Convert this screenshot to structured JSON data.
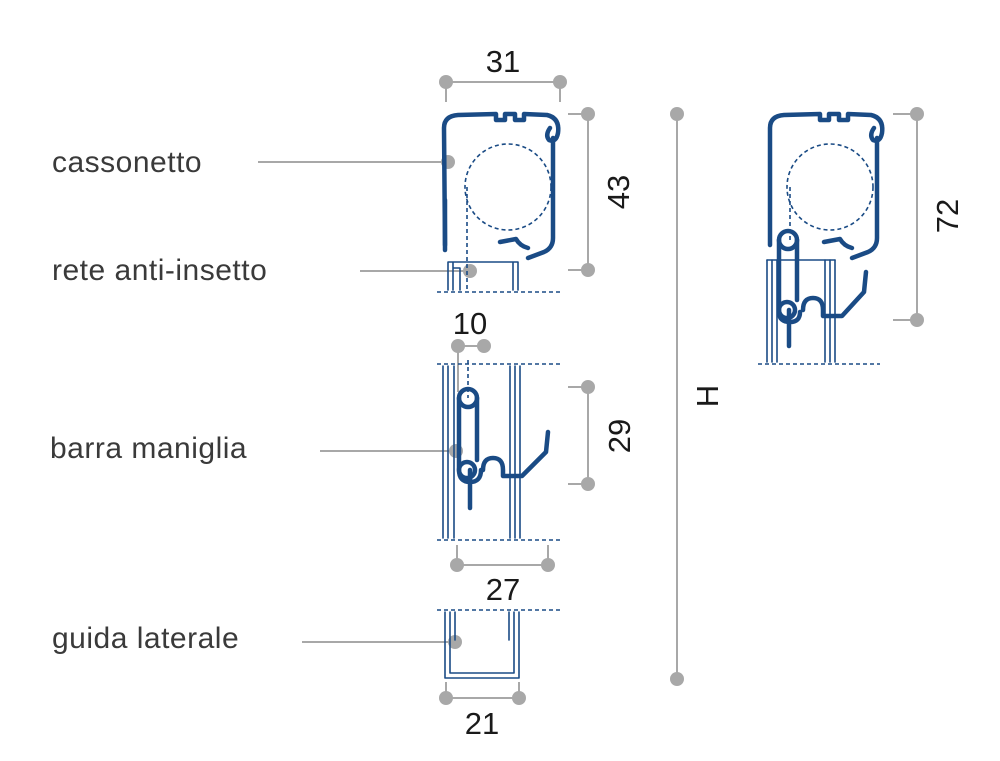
{
  "labels": {
    "cassonetto": "cassonetto",
    "rete": "rete anti-insetto",
    "barra": "barra maniglia",
    "guida": "guida laterale"
  },
  "dimensions": {
    "box_width": "31",
    "box_height": "43",
    "handle_offset": "10",
    "handle_height": "29",
    "guide_outer": "27",
    "guide_inner": "21",
    "total_height": "H",
    "closed_height": "72"
  },
  "colors": {
    "profile": "#1a4b85",
    "dimension": "#a8a8a8",
    "text": "#3a3a3a"
  }
}
